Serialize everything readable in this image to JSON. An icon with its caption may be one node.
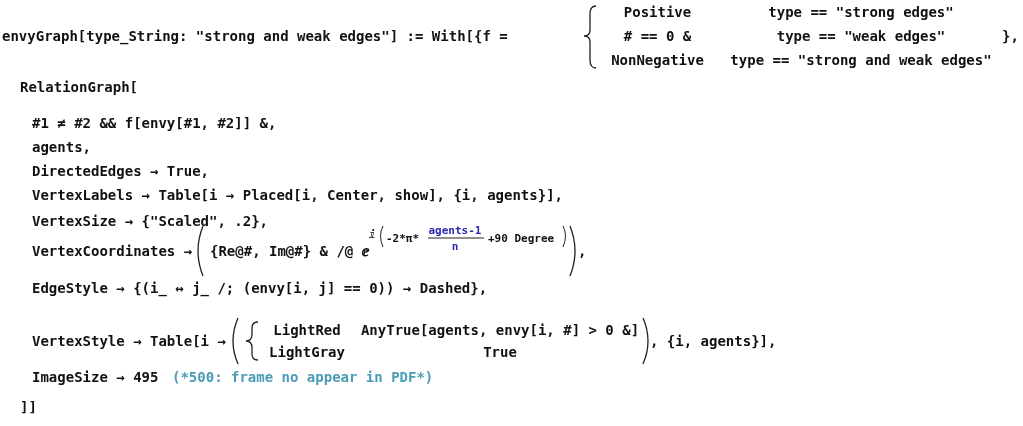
{
  "diagram": {
    "labels": [
      "envyGraph[type_String: \"strong and weak edges\"] := With[{f =",
      "Positive",
      "type == \"strong edges\"",
      "# == 0 &",
      "type == \"weak edges\"",
      "NonNegative",
      "type == \"strong and weak edges\"",
      "},",
      "RelationGraph[",
      "#1 ≠ #2 && f[envy[#1, #2]] &,",
      "agents,",
      "DirectedEdges → True,",
      "VertexLabels → Table[i → Placed[i, Center, show], {i, agents}],",
      "VertexSize → {\"Scaled\", .2},",
      "VertexCoordinates →",
      "{Re@#, Im@#} & /@ ⅇ",
      "ⅈ",
      "-2*π*",
      "agents-1",
      "n",
      "+90 Degree",
      ",",
      "EdgeStyle → {(i_ ↔ j_ /; (envy[i, j] == 0)) → Dashed},",
      "VertexStyle → Table[i →",
      "LightRed",
      "AnyTrue[agents, envy[i, #] > 0 &]",
      "LightGray",
      "True",
      ", {i, agents}],",
      "ImageSize → 495",
      "(*500: frame no appear in PDF*)",
      "]]"
    ]
  }
}
